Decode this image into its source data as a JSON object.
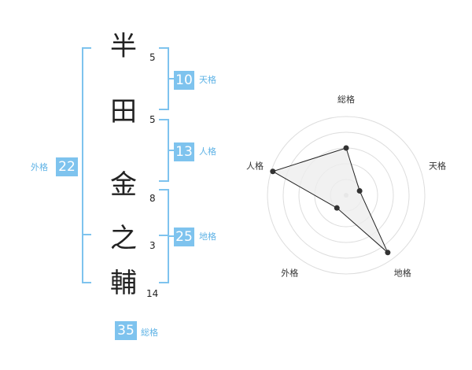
{
  "name": {
    "characters": [
      {
        "char": "半",
        "strokes": "5"
      },
      {
        "char": "田",
        "strokes": "5"
      },
      {
        "char": "金",
        "strokes": "8"
      },
      {
        "char": "之",
        "strokes": "3"
      },
      {
        "char": "輔",
        "strokes": "14"
      }
    ]
  },
  "fortunes": {
    "tenkaku": {
      "value": "10",
      "label": "天格"
    },
    "jinkaku": {
      "value": "13",
      "label": "人格"
    },
    "chikaku": {
      "value": "25",
      "label": "地格"
    },
    "gaikaku": {
      "value": "22",
      "label": "外格"
    },
    "soukaku": {
      "value": "35",
      "label": "総格"
    }
  },
  "colors": {
    "accent": "#7ec3ee",
    "badge": "#7ec3ee",
    "label": "#5fb3e6",
    "radar_fill": "#eeeeee",
    "radar_line": "#222222",
    "grid": "#dddddd"
  },
  "chart_data": {
    "type": "radar",
    "axes": [
      "総格",
      "天格",
      "地格",
      "外格",
      "人格"
    ],
    "rings": 5,
    "values": [
      0.6,
      0.18,
      0.9,
      0.2,
      0.98
    ],
    "range": [
      0,
      1
    ]
  }
}
